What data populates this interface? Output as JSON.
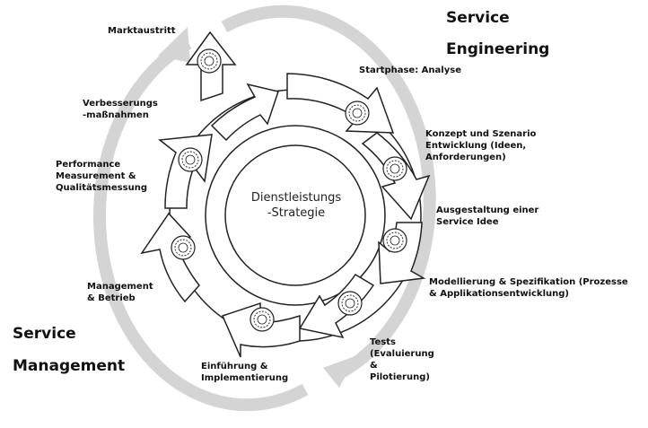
{
  "center": "Dienstleistungs\n-Strategie",
  "service_engineering": {
    "line1": "Service",
    "line2": "Engineering"
  },
  "service_management": {
    "line1": "Service",
    "line2": "Management"
  },
  "phases": [
    {
      "key": "markt",
      "label": "Marktaustritt"
    },
    {
      "key": "start",
      "label": "Startphase: Analyse"
    },
    {
      "key": "konzept",
      "label": "Konzept und Szenario\nEntwicklung (Ideen,\nAnforderungen)"
    },
    {
      "key": "ausgest",
      "label": "Ausgestaltung einer\nService Idee"
    },
    {
      "key": "modell",
      "label": "Modellierung & Spezifikation (Prozesse\n& Applikationsentwicklung)"
    },
    {
      "key": "tests",
      "label": "Tests\n(Evaluierung\n&\nPilotierung)"
    },
    {
      "key": "einf",
      "label": "Einführung &\nImplementierung"
    },
    {
      "key": "mgmt",
      "label": "Management\n& Betrieb"
    },
    {
      "key": "perf",
      "label": "Performance\nMeasurement &\nQualitätsmessung"
    },
    {
      "key": "verb",
      "label": "Verbesserungs\n-maßnahmen"
    }
  ]
}
